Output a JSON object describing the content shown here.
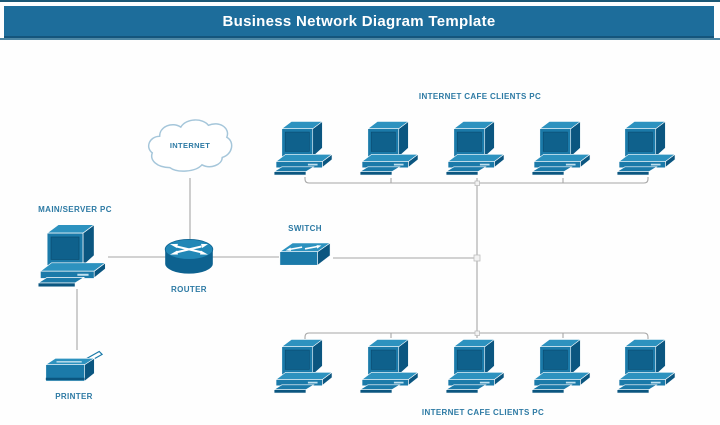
{
  "header": {
    "title": "Business Network Diagram Template"
  },
  "nodes": {
    "internet": {
      "label": "INTERNET",
      "type": "cloud"
    },
    "main_server_pc": {
      "label": "MAIN/SERVER PC",
      "type": "pc"
    },
    "router": {
      "label": "ROUTER",
      "type": "router"
    },
    "switch": {
      "label": "SWITCH",
      "type": "switch"
    },
    "printer": {
      "label": "PRINTER",
      "type": "printer"
    },
    "clients_top": {
      "label": "INTERNET CAFE CLIENTS PC",
      "type": "pc-group",
      "count": 5
    },
    "clients_bottom": {
      "label": "INTERNET CAFE CLIENTS PC",
      "type": "pc-group",
      "count": 5
    }
  },
  "connections": [
    [
      "internet",
      "router"
    ],
    [
      "main_server_pc",
      "router"
    ],
    [
      "router",
      "switch"
    ],
    [
      "switch",
      "clients_top bus"
    ],
    [
      "switch",
      "clients_bottom bus"
    ],
    [
      "main_server_pc",
      "printer"
    ]
  ],
  "colors": {
    "banner": "#1d6d9b",
    "banner_edge": "#14557c",
    "label_text": "#2d7aa4",
    "icon_front": "#1b7aa9",
    "icon_side": "#0b5680",
    "icon_top": "#2d92bf",
    "wire": "#a6a6a6",
    "cloud_outline": "#a5c6da"
  }
}
